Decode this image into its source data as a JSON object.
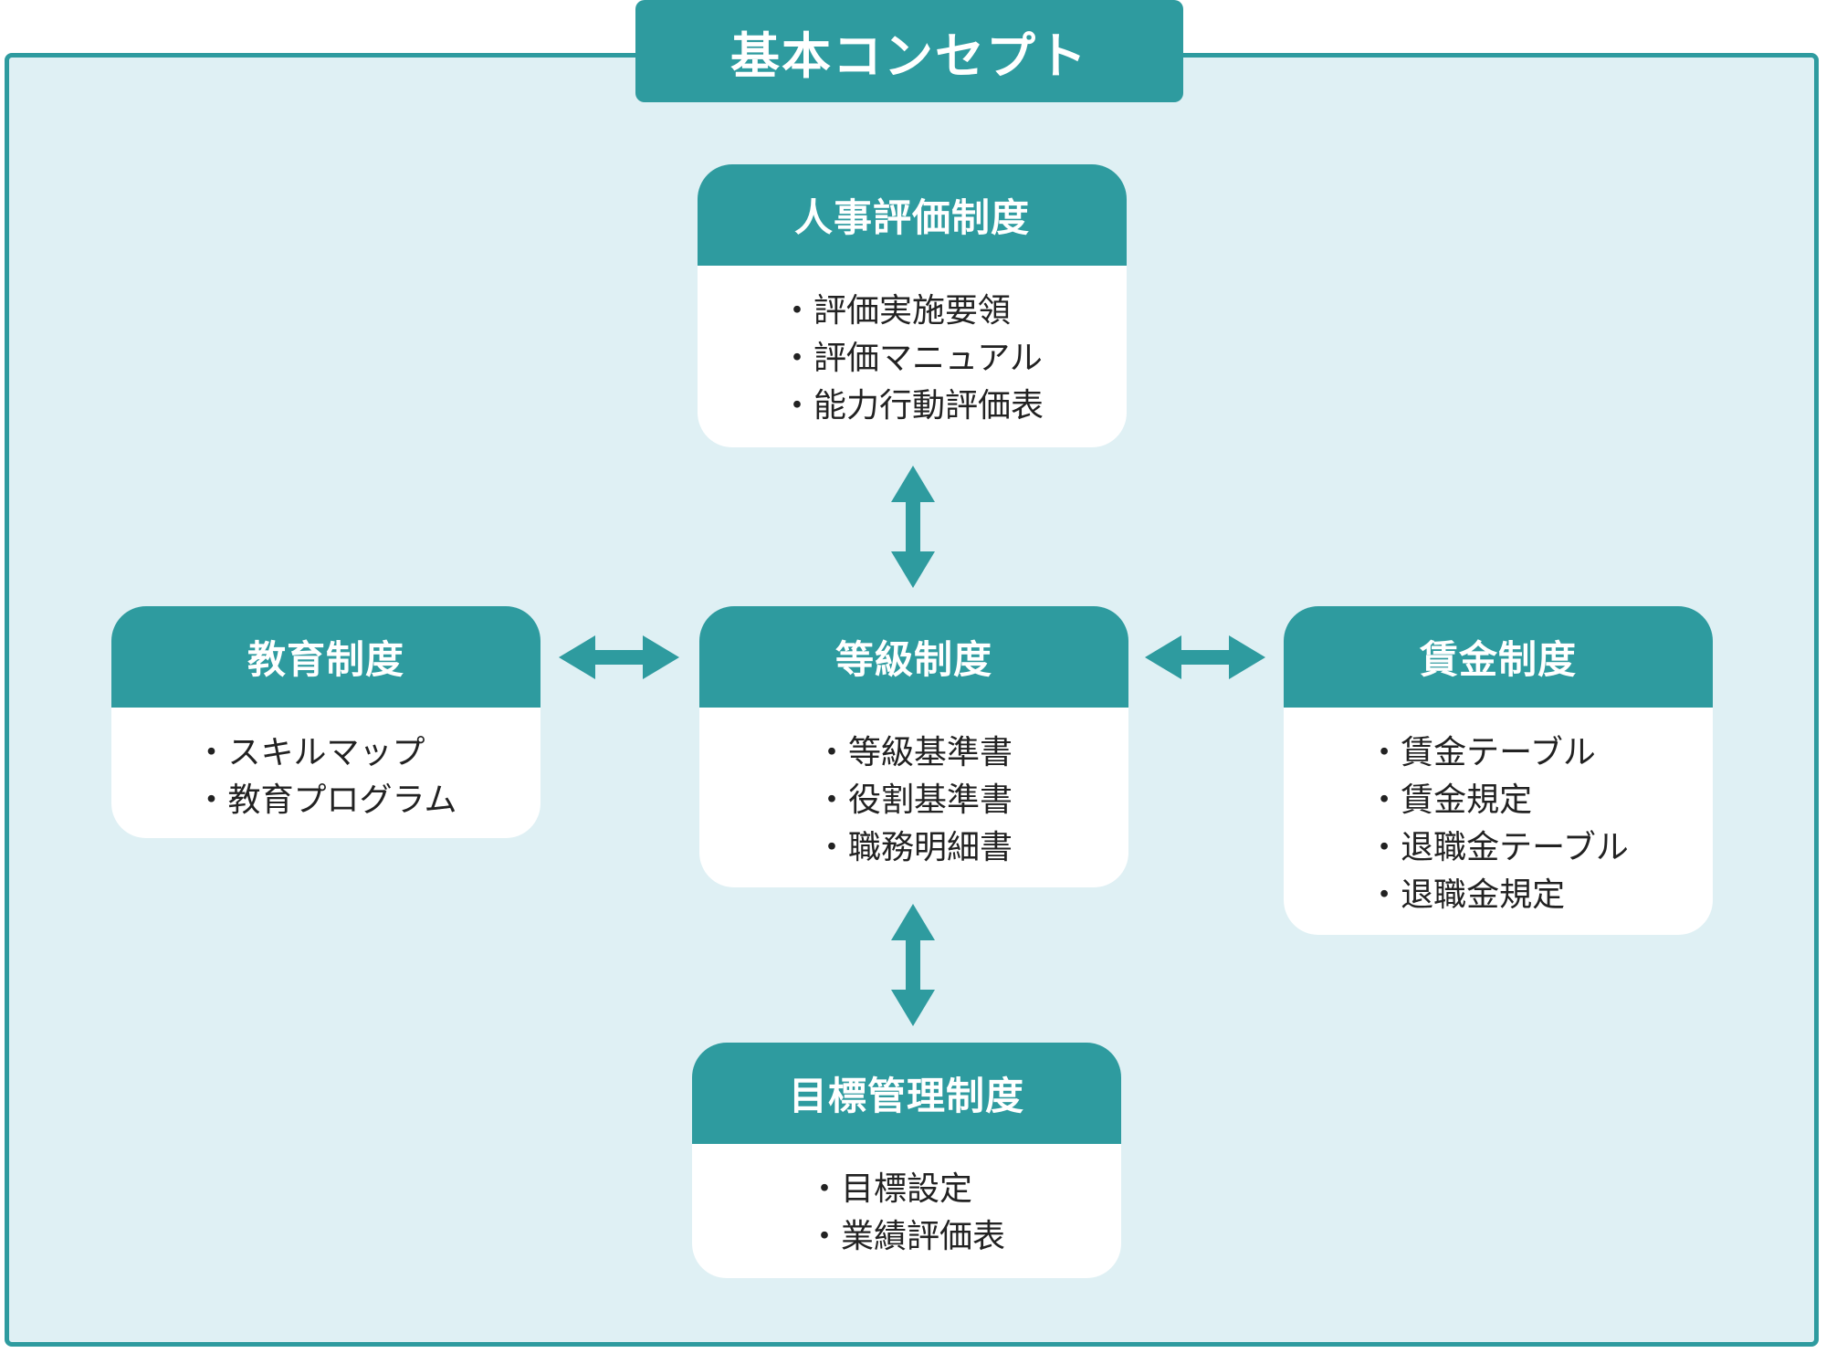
{
  "title": "基本コンセプト",
  "colors": {
    "accent": "#2e9b9f",
    "frame_background": "#dff0f4",
    "box_background": "#ffffff",
    "text": "#222222"
  },
  "boxes": {
    "evaluation": {
      "title": "人事評価制度",
      "items": [
        "評価実施要領",
        "評価マニュアル",
        "能力行動評価表"
      ]
    },
    "education": {
      "title": "教育制度",
      "items": [
        "スキルマップ",
        "教育プログラム"
      ]
    },
    "grade": {
      "title": "等級制度",
      "items": [
        "等級基準書",
        "役割基準書",
        "職務明細書"
      ]
    },
    "wage": {
      "title": "賃金制度",
      "items": [
        "賃金テーブル",
        "賃金規定",
        "退職金テーブル",
        "退職金規定"
      ]
    },
    "objective": {
      "title": "目標管理制度",
      "items": [
        "目標設定",
        "業績評価表"
      ]
    }
  }
}
